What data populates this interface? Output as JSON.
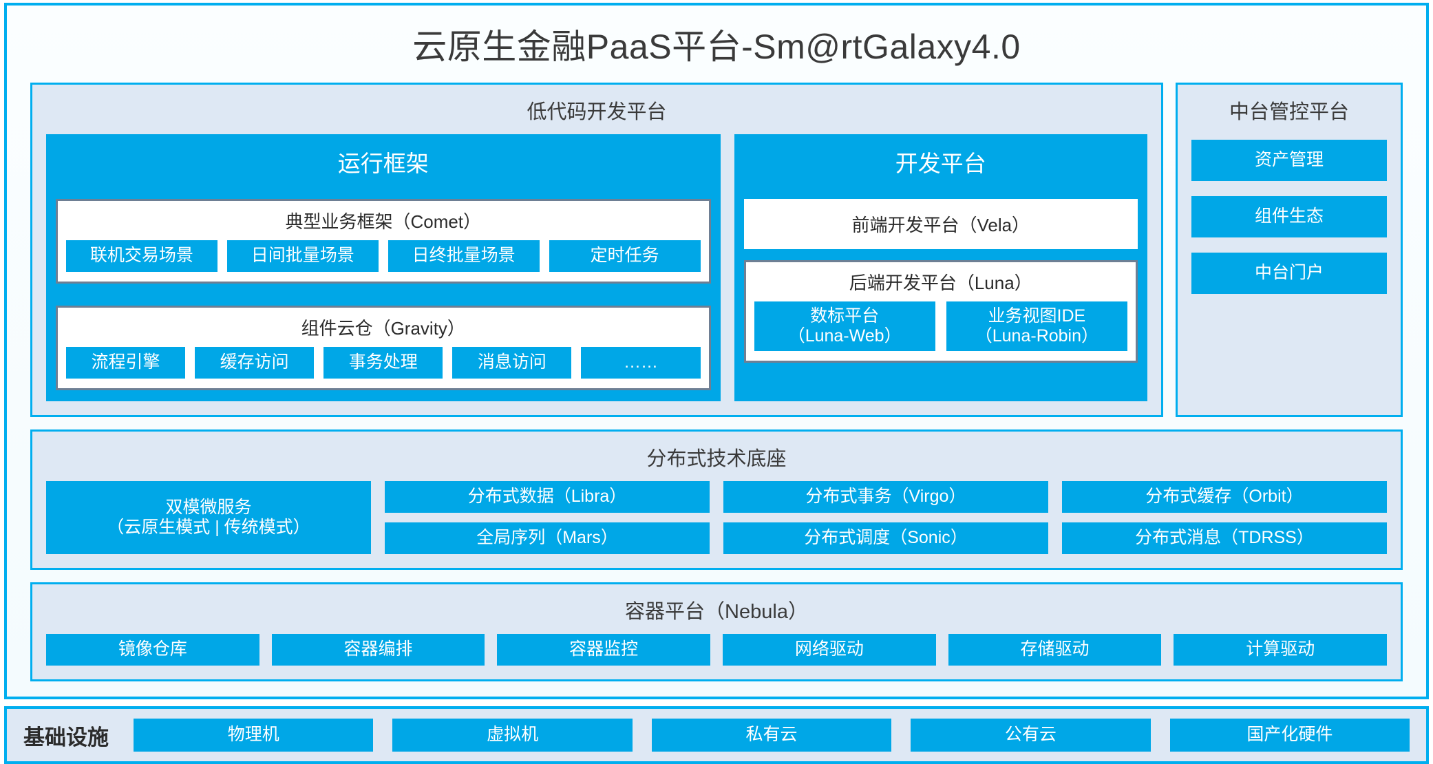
{
  "header": {
    "title": "云原生金融PaaS平台-Sm@rtGalaxy4.0"
  },
  "lowcode": {
    "title": "低代码开发平台",
    "runtime": {
      "title": "运行框架",
      "comet": {
        "title": "典型业务框架（Comet）",
        "chips": [
          "联机交易场景",
          "日间批量场景",
          "日终批量场景",
          "定时任务"
        ]
      },
      "gravity": {
        "title": "组件云仓（Gravity）",
        "chips": [
          "流程引擎",
          "缓存访问",
          "事务处理",
          "消息访问",
          "……"
        ]
      }
    },
    "devplatform": {
      "title": "开发平台",
      "frontend": "前端开发平台（Vela）",
      "backend": {
        "title": "后端开发平台（Luna）",
        "chips": [
          {
            "name": "数标平台",
            "sub": "（Luna-Web）"
          },
          {
            "name": "业务视图IDE",
            "sub": "（Luna-Robin）"
          }
        ]
      }
    }
  },
  "midplatform": {
    "title": "中台管控平台",
    "chips": [
      "资产管理",
      "组件生态",
      "中台门户"
    ]
  },
  "distributed": {
    "title": "分布式技术底座",
    "dual": {
      "name": "双模微服务",
      "sub": "（云原生模式 | 传统模式）"
    },
    "columns": [
      [
        "分布式数据（Libra）",
        "全局序列（Mars）"
      ],
      [
        "分布式事务（Virgo）",
        "分布式调度（Sonic）"
      ],
      [
        "分布式缓存（Orbit）",
        "分布式消息（TDRSS）"
      ]
    ]
  },
  "containerPlatform": {
    "title": "容器平台（Nebula）",
    "chips": [
      "镜像仓库",
      "容器编排",
      "容器监控",
      "网络驱动",
      "存储驱动",
      "计算驱动"
    ]
  },
  "infrastructure": {
    "label": "基础设施",
    "chips": [
      "物理机",
      "虚拟机",
      "私有云",
      "公有云",
      "国产化硬件"
    ]
  },
  "colors": {
    "accent": "#00AEEF",
    "chip": "#00A7E7",
    "panel": "#DEE8F4",
    "border_grey": "#6E7F94",
    "text_dark": "#3A3A3A"
  }
}
